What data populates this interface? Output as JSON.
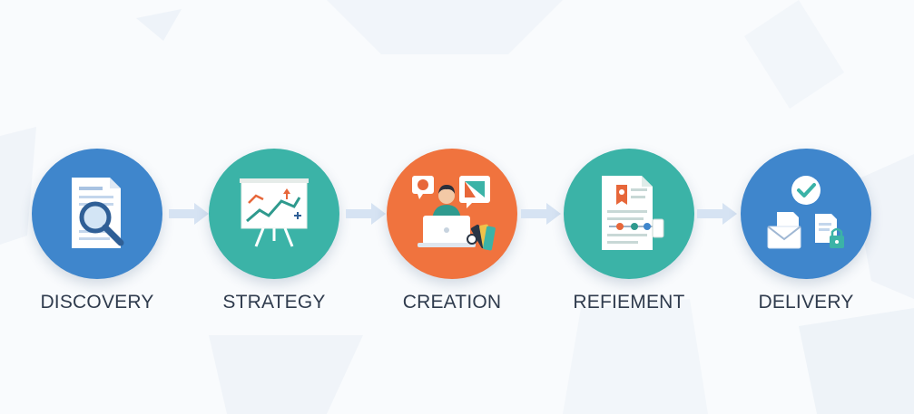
{
  "steps": [
    {
      "label": "DISCOVERY",
      "color": "#3f86cc",
      "icon": "document-magnifier-icon"
    },
    {
      "label": "STRATEGY",
      "color": "#3bb3a7",
      "icon": "presentation-board-icon"
    },
    {
      "label": "CREATION",
      "color": "#f0733e",
      "icon": "designer-laptop-icon"
    },
    {
      "label": "REFIEMENT",
      "color": "#3bb3a7",
      "icon": "edited-document-icon"
    },
    {
      "label": "DELIVERY",
      "color": "#3f86cc",
      "icon": "delivery-check-icon"
    }
  ],
  "arrow_color": "#d6e3f3"
}
